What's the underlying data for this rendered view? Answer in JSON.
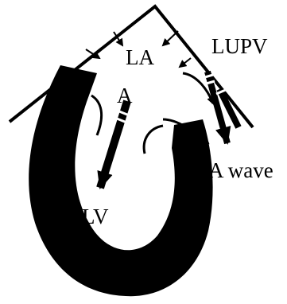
{
  "labels": {
    "la": "LA",
    "lupv": "LUPV",
    "a": "A",
    "a_wave": "A wave",
    "lv": "LV"
  },
  "colors": {
    "ink": "#000000",
    "background": "#ffffff"
  }
}
